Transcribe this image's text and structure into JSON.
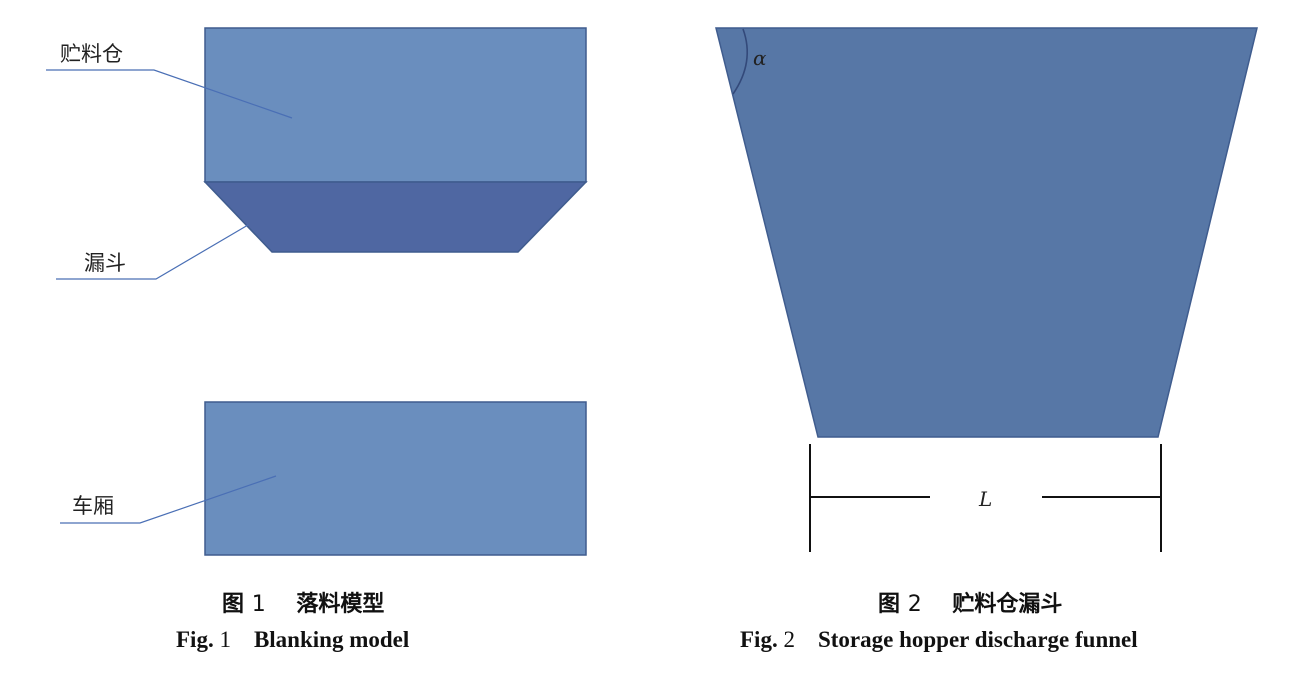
{
  "figure1": {
    "labels": {
      "silo": "贮料仓",
      "funnel": "漏斗",
      "carriage": "车厢"
    },
    "caption_cn_prefix": "图",
    "caption_cn_num": "1",
    "caption_cn_title": "落料模型",
    "caption_en_prefix": "Fig.",
    "caption_en_num": "1",
    "caption_en_title": "Blanking model"
  },
  "figure2": {
    "angle_label": "α",
    "length_label": "L",
    "caption_cn_prefix": "图",
    "caption_cn_num": "2",
    "caption_cn_title": "贮料仓漏斗",
    "caption_en_prefix": "Fig.",
    "caption_en_num": "2",
    "caption_en_title": "Storage hopper discharge funnel"
  },
  "colors": {
    "silo_fill": "#6A8EBE",
    "funnel_fill": "#4F67A2",
    "carriage_fill": "#6A8EBE",
    "hopper_fill": "#5777A6",
    "stroke": "#3F5C8E",
    "leader": "#4A6FB5"
  }
}
